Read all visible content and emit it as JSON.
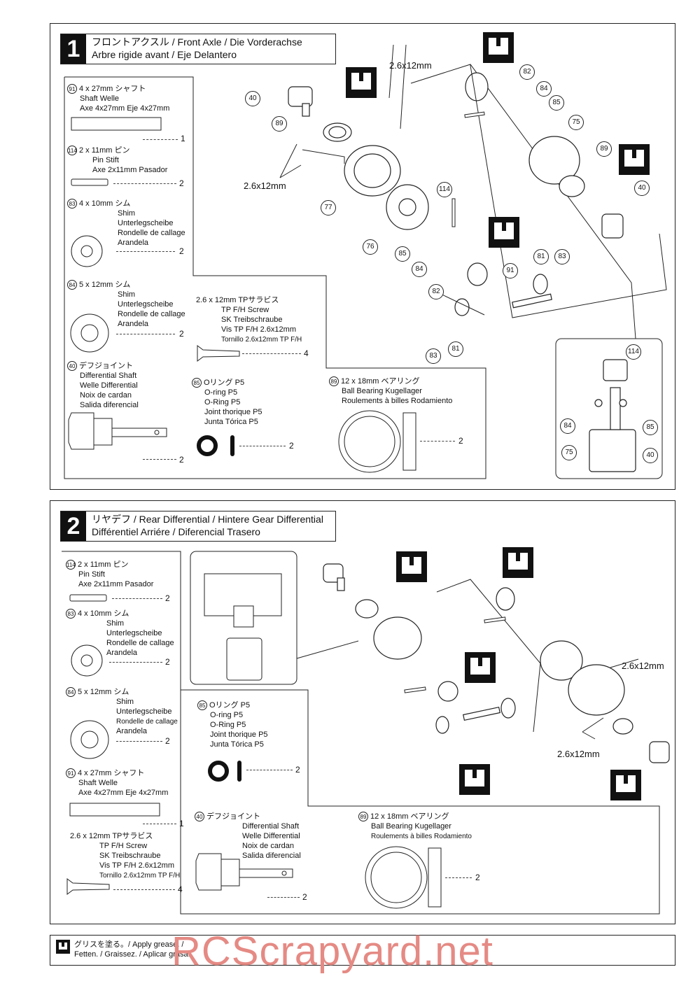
{
  "step1": {
    "number": "1",
    "title_line1": "フロントアクスル / Front Axle / Die Vorderachse",
    "title_line2": "Arbre rigide avant / Eje Delantero",
    "parts": [
      {
        "id": "91",
        "lines": [
          "4 x 27mm シャフト",
          "Shaft  Welle",
          "Axe 4x27mm  Eje 4x27mm"
        ],
        "qty": "1"
      },
      {
        "id": "114",
        "lines": [
          "2 x 11mm ピン",
          "Pin  Stift",
          "Axe 2x11mm  Pasador"
        ],
        "qty": "2"
      },
      {
        "id": "83",
        "lines": [
          "4 x 10mm シム",
          "Shim",
          "Unterlegscheibe",
          "Rondelle de callage",
          "Arandela"
        ],
        "qty": "2"
      },
      {
        "id": "84",
        "lines": [
          "5 x 12mm シム",
          "Shim",
          "Unterlegscheibe",
          "Rondelle de callage",
          "Arandela"
        ],
        "qty": "2"
      },
      {
        "id": "40",
        "lines": [
          "デフジョイント",
          "Differential Shaft",
          "Welle Differential",
          "Noix de cardan",
          "Salida diferencial"
        ],
        "qty": "2"
      }
    ],
    "screw": {
      "lines": [
        "2.6 x 12mm TPサラビス",
        "TP F/H Screw",
        "SK Treibschraube",
        "Vis TP F/H 2.6x12mm",
        "Tornillo 2.6x12mm TP F/H"
      ],
      "qty": "4"
    },
    "oring": {
      "id": "85",
      "lines": [
        "Oリング P5",
        "O-ring P5",
        "O-Ring P5",
        "Joint thorique P5",
        "Junta Tórica P5"
      ],
      "qty": "2"
    },
    "bearing": {
      "id": "89",
      "lines": [
        "12 x 18mm ベアリング",
        "Ball Bearing  Kugellager",
        "Roulements à billes  Rodamiento"
      ],
      "qty": "2"
    },
    "dim_label_a": "2.6x12mm",
    "dim_label_b": "2.6x12mm",
    "callouts": [
      "40",
      "89",
      "77",
      "76",
      "85",
      "84",
      "82",
      "83",
      "81",
      "91",
      "114",
      "82",
      "84",
      "85",
      "75",
      "89",
      "40",
      "83",
      "81",
      "114",
      "84",
      "75",
      "85",
      "40"
    ]
  },
  "step2": {
    "number": "2",
    "title_line1": "リヤデフ / Rear Differential / Hintere Gear Differential",
    "title_line2": "Différentiel Arriére / Diferencial Trasero",
    "parts": [
      {
        "id": "114",
        "lines": [
          "2 x 11mm ピン",
          "Pin Stift",
          "Axe 2x11mm  Pasador"
        ],
        "qty": "2"
      },
      {
        "id": "83",
        "lines": [
          "4 x 10mm シム",
          "Shim",
          "Unterlegscheibe",
          "Rondelle de callage",
          "Arandela"
        ],
        "qty": "2"
      },
      {
        "id": "84",
        "lines": [
          "5 x 12mm シム",
          "Shim",
          "Unterlegscheibe",
          "Rondelle de callage",
          "Arandela"
        ],
        "qty": "2"
      },
      {
        "id": "91",
        "lines": [
          "4 x 27mm シャフト",
          "Shaft  Welle",
          "Axe 4x27mm  Eje 4x27mm"
        ],
        "qty": "1"
      }
    ],
    "screw": {
      "lines": [
        "2.6 x 12mm TPサラビス",
        "TP F/H Screw",
        "SK Treibschraube",
        "Vis TP F/H 2.6x12mm",
        "Tornillo 2.6x12mm TP F/H"
      ],
      "qty": "4"
    },
    "oring": {
      "id": "85",
      "lines": [
        "Oリング P5",
        "O-ring P5",
        "O-Ring P5",
        "Joint thorique P5",
        "Junta Tórica P5"
      ],
      "qty": "2"
    },
    "joint": {
      "id": "40",
      "lines": [
        "デフジョイント",
        "Differential Shaft",
        "Welle Differential",
        "Noix de cardan",
        "Salida diferencial"
      ],
      "qty": "2"
    },
    "bearing": {
      "id": "89",
      "lines": [
        "12 x 18mm ベアリング",
        "Ball Bearing  Kugellager",
        "Roulements à billes  Rodamiento"
      ],
      "qty": "2"
    },
    "dim_label_a": "2.6x12mm",
    "dim_label_b": "2.6x12mm"
  },
  "footer": {
    "line1": "グリスを塗る。/ Apply grease. /",
    "line2": "Fetten. / Graissez. / Aplicar grasa."
  },
  "watermark": "RCScrapyard.net"
}
